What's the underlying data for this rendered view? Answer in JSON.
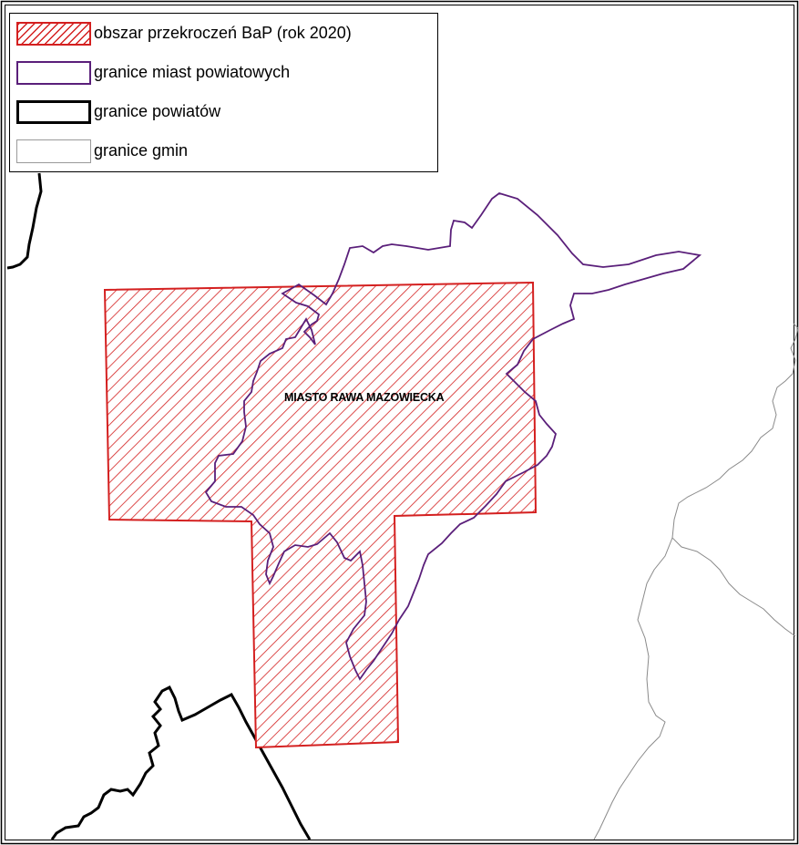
{
  "legend": {
    "items": [
      {
        "label": "obszar przekroczeń BaP (rok 2020)",
        "symbol": "red-hatch-area"
      },
      {
        "label": "granice miast powiatowych",
        "symbol": "purple-outline"
      },
      {
        "label": "granice powiatów",
        "symbol": "thick-black-outline"
      },
      {
        "label": "granice gmin",
        "symbol": "thin-grey-outline"
      }
    ]
  },
  "map": {
    "city_label": "MIASTO RAWA MAZOWIECKA"
  },
  "colors": {
    "exceedance_hatch": "#d42020",
    "city_boundary": "#5a1f7a",
    "county_boundary": "#000000",
    "commune_boundary": "#9a9a9a",
    "background": "#ffffff"
  }
}
